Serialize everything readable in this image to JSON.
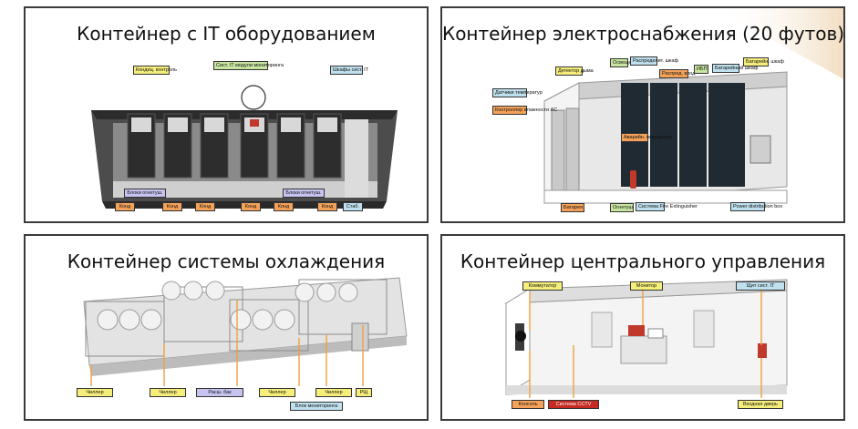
{
  "panels": {
    "it": {
      "title": "Контейнер с IT оборудованием",
      "labels": {
        "top1": "Кондиц. контроль",
        "top2": "Сист. IT модули мониторинга",
        "top3": "Шкафы сист. IT",
        "mid1": "Блоки огнетуш.",
        "mid2": "Блоки огнетуш.",
        "b1": "Конд",
        "b2": "Конд",
        "b3": "Конд",
        "b4": "Конд",
        "b5": "Конд",
        "b6": "Конд",
        "b7": "Стаб."
      }
    },
    "power": {
      "title": "Контейнер электроснабжения (20 футов)",
      "labels": {
        "l1": "Датчики температур",
        "l2": "Контроллер влажности AC",
        "t1": "Детектор дыма",
        "t2": "Освещение",
        "t3": "Распределит. шкаф",
        "t4": "Распред. вход",
        "t5": "ИБП",
        "t6": "Батарейный шкаф",
        "t7": "Батарейн. шкаф",
        "m1": "Аварийн. освещение",
        "b1": "Батарея",
        "b2": "Огнетуш.",
        "b3": "Система Fire Extinguisher",
        "b4": "Power distribution box"
      }
    },
    "cool": {
      "title": "Контейнер системы охлаждения",
      "labels": {
        "b1": "Чиллер",
        "b2": "Чиллер",
        "b3": "Расш. бак",
        "b4": "Чиллер",
        "b5": "Чиллер",
        "b6": "РЩ",
        "b7": "Блок мониторинга"
      }
    },
    "ctrl": {
      "title": "Контейнер центрального управления",
      "labels": {
        "t1": "Коммутатор",
        "t2": "Монитор",
        "t3": "Щит сист. IT",
        "b1": "Консоль",
        "b2": "Система CCTV",
        "b3": "Входная дверь"
      }
    }
  }
}
